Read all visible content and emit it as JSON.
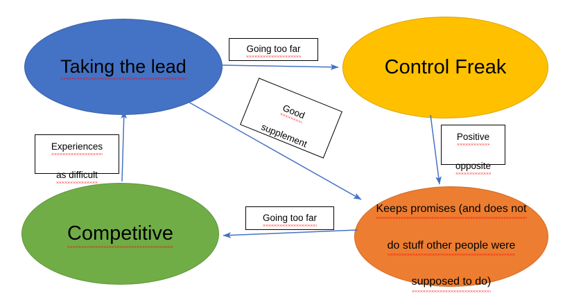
{
  "diagram": {
    "title": "Taking the lead / Control Freak / Competitive behaviour map",
    "background_color": "#FFFFFF",
    "arrow_color": "#4472C4",
    "label_box_border_color": "#000000",
    "spellcheck_underline_color": "#FF0000"
  },
  "nodes": [
    {
      "id": "taking-the-lead",
      "label": "Taking the lead",
      "color": "#4472C4",
      "shape": "ellipse",
      "misspelled": true
    },
    {
      "id": "control-freak",
      "label": "Control Freak",
      "color": "#FFC000",
      "shape": "ellipse",
      "misspelled": false
    },
    {
      "id": "competitive",
      "label": "Competitive",
      "color": "#70AD47",
      "shape": "ellipse",
      "misspelled": true
    },
    {
      "id": "keeps-promises",
      "label": "Keeps promises (and does not\ndo stuff other people were\nsupposed to do)",
      "line1": "Keeps promises (and does not",
      "line2": "do stuff other people were",
      "line3": "supposed to do)",
      "color": "#ED7D31",
      "shape": "ellipse",
      "misspelled": true
    }
  ],
  "edges": [
    {
      "id": "taking-the-lead-to-control-freak",
      "from": "taking-the-lead",
      "to": "control-freak",
      "label": "Going too far",
      "direction": "right"
    },
    {
      "id": "taking-the-lead-to-keeps-promises",
      "from": "taking-the-lead",
      "to": "keeps-promises",
      "label": "Good supplement",
      "label_line1": "Good",
      "label_line2": "supplement",
      "direction": "down-right",
      "label_rotation_deg": 22
    },
    {
      "id": "control-freak-to-keeps-promises",
      "from": "control-freak",
      "to": "keeps-promises",
      "label": "Positive\nopposite",
      "label_line1": "Positive",
      "label_line2": "opposite",
      "direction": "down"
    },
    {
      "id": "keeps-promises-to-competitive",
      "from": "keeps-promises",
      "to": "competitive",
      "label": "Going too far",
      "direction": "left"
    },
    {
      "id": "competitive-to-taking-the-lead",
      "from": "competitive",
      "to": "taking-the-lead",
      "label": "Experiences\nas difficult",
      "label_line1": "Experiences",
      "label_line2": "as difficult",
      "direction": "up"
    }
  ]
}
